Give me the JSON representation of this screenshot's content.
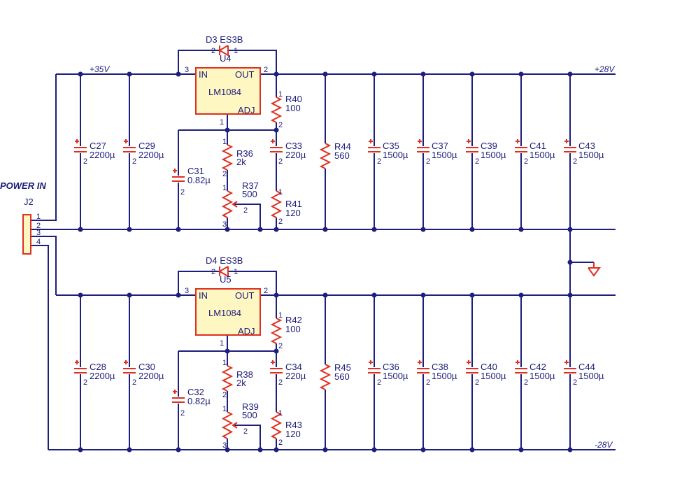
{
  "title": "POWER IN",
  "connector": {
    "ref": "J2",
    "pins": [
      "1",
      "2",
      "3",
      "4"
    ]
  },
  "nets": {
    "pos_in": "+35V",
    "pos_out": "+28V",
    "neg_out": "-28V"
  },
  "top": {
    "diode": "D3 ES3B",
    "diode_pins": [
      "2",
      "1"
    ],
    "reg_ref": "U4",
    "reg_part": "LM1084",
    "pin_in": "IN",
    "pin_out": "OUT",
    "pin_adj": "ADJ",
    "reg_pins": [
      "3",
      "2",
      "1"
    ],
    "c_in1": [
      "C27",
      "2200µ"
    ],
    "c_in2": [
      "C29",
      "2200µ"
    ],
    "c_adj": [
      "C31",
      "0.82µ"
    ],
    "r_adj": [
      "R36",
      "2k"
    ],
    "pot": [
      "R37",
      "500"
    ],
    "r_fb": [
      "R40",
      "100"
    ],
    "c_out": [
      "C33",
      "220µ"
    ],
    "r_bot": [
      "R41",
      "120"
    ],
    "r_load": [
      "R44",
      "560"
    ],
    "c_bank": [
      [
        "C35",
        "1500µ"
      ],
      [
        "C37",
        "1500µ"
      ],
      [
        "C39",
        "1500µ"
      ],
      [
        "C41",
        "1500µ"
      ],
      [
        "C43",
        "1500µ"
      ]
    ]
  },
  "bottom": {
    "diode": "D4 ES3B",
    "diode_pins": [
      "2",
      "1"
    ],
    "reg_ref": "U5",
    "reg_part": "LM1084",
    "pin_in": "IN",
    "pin_out": "OUT",
    "pin_adj": "ADJ",
    "reg_pins": [
      "3",
      "2",
      "1"
    ],
    "c_in1": [
      "C28",
      "2200µ"
    ],
    "c_in2": [
      "C30",
      "2200µ"
    ],
    "c_adj": [
      "C32",
      "0.82µ"
    ],
    "r_adj": [
      "R38",
      "2k"
    ],
    "pot": [
      "R39",
      "500"
    ],
    "r_fb": [
      "R42",
      "100"
    ],
    "c_out": [
      "C34",
      "220µ"
    ],
    "r_bot": [
      "R43",
      "120"
    ],
    "r_load": [
      "R45",
      "560"
    ],
    "c_bank": [
      [
        "C36",
        "1500µ"
      ],
      [
        "C38",
        "1500µ"
      ],
      [
        "C40",
        "1500µ"
      ],
      [
        "C42",
        "1500µ"
      ],
      [
        "C44",
        "1500µ"
      ]
    ]
  },
  "pin_numbers": [
    "1",
    "2",
    "3"
  ]
}
